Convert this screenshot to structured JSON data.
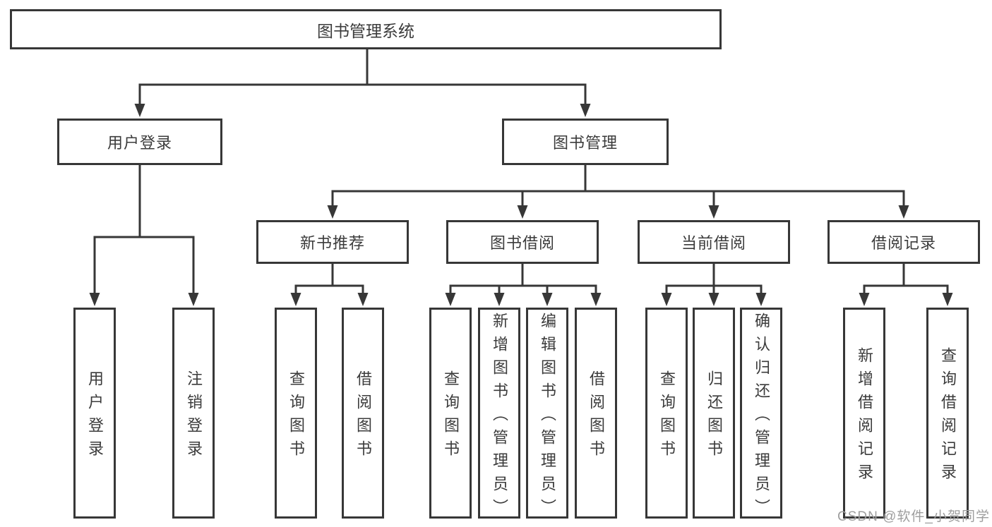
{
  "title": "图书管理系统",
  "tree": {
    "label": "图书管理系统",
    "children": [
      {
        "label": "用户登录",
        "children": [
          {
            "label": "用户登录"
          },
          {
            "label": "注销登录"
          }
        ]
      },
      {
        "label": "图书管理",
        "children": [
          {
            "label": "新书推荐",
            "children": [
              {
                "label": "查询图书"
              },
              {
                "label": "借阅图书"
              }
            ]
          },
          {
            "label": "图书借阅",
            "children": [
              {
                "label": "查询图书"
              },
              {
                "label": "新增图书（管理员）"
              },
              {
                "label": "编辑图书（管理员）"
              },
              {
                "label": "借阅图书"
              }
            ]
          },
          {
            "label": "当前借阅",
            "children": [
              {
                "label": "查询图书"
              },
              {
                "label": "归还图书"
              },
              {
                "label": "确认归还（管理员）"
              }
            ]
          },
          {
            "label": "借阅记录",
            "children": [
              {
                "label": "新增借阅记录"
              },
              {
                "label": "查询借阅记录"
              }
            ]
          }
        ]
      }
    ]
  },
  "watermark": "CSDN @软件_小贺同学",
  "colors": {
    "line": "#373737",
    "border": "#373737",
    "text": "#3b3b3b",
    "watermark": "#9e9e9e",
    "background": "#ffffff"
  }
}
